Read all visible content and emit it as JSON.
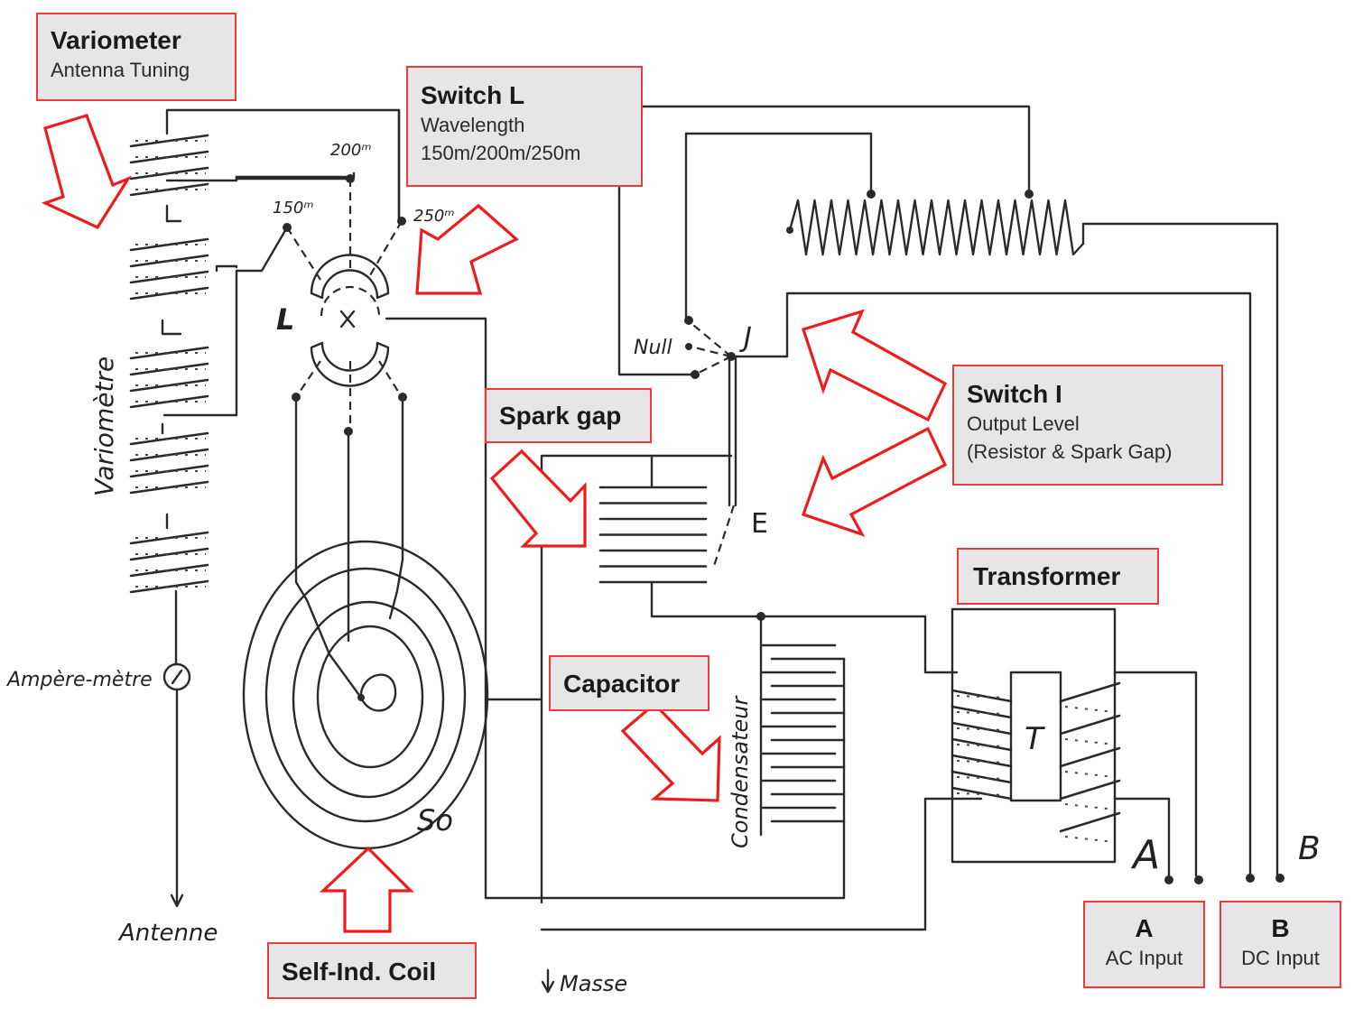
{
  "title": "Spark-gap transmitter schematic (annotated)",
  "labels": {
    "variometer": {
      "title": "Variometer",
      "sub": "Antenna Tuning"
    },
    "switch_l": {
      "title": "Switch L",
      "sub1": "Wavelength",
      "sub2": "150m/200m/250m"
    },
    "spark_gap": {
      "title": "Spark gap"
    },
    "switch_i": {
      "title": "Switch I",
      "sub1": "Output Level",
      "sub2": "(Resistor & Spark Gap)"
    },
    "transformer": {
      "title": "Transformer"
    },
    "capacitor": {
      "title": "Capacitor"
    },
    "self_ind_coil": {
      "title": "Self-Ind. Coil"
    },
    "input_a": {
      "title": "A",
      "sub": "AC Input"
    },
    "input_b": {
      "title": "B",
      "sub": "DC Input"
    }
  },
  "schematic_text": {
    "variometre": "Variomètre",
    "ampere_metre": "Ampère-mètre",
    "antenne": "Antenne",
    "tap_150": "150ᵐ",
    "tap_200": "200ᵐ",
    "tap_250": "250ᵐ",
    "switch_L": "L",
    "null": "Null",
    "switch_J": "J",
    "spark_E": "E",
    "coil_So": "So",
    "condensateur": "Condensateur",
    "transformer_T": "T",
    "terminal_A": "A",
    "terminal_B": "B",
    "masse": "Masse"
  },
  "colors": {
    "annotation_border": "#ee3a3a",
    "annotation_fill": "#e6e6e6",
    "arrow": "#ee1c1c",
    "ink": "#2a2a2a"
  }
}
